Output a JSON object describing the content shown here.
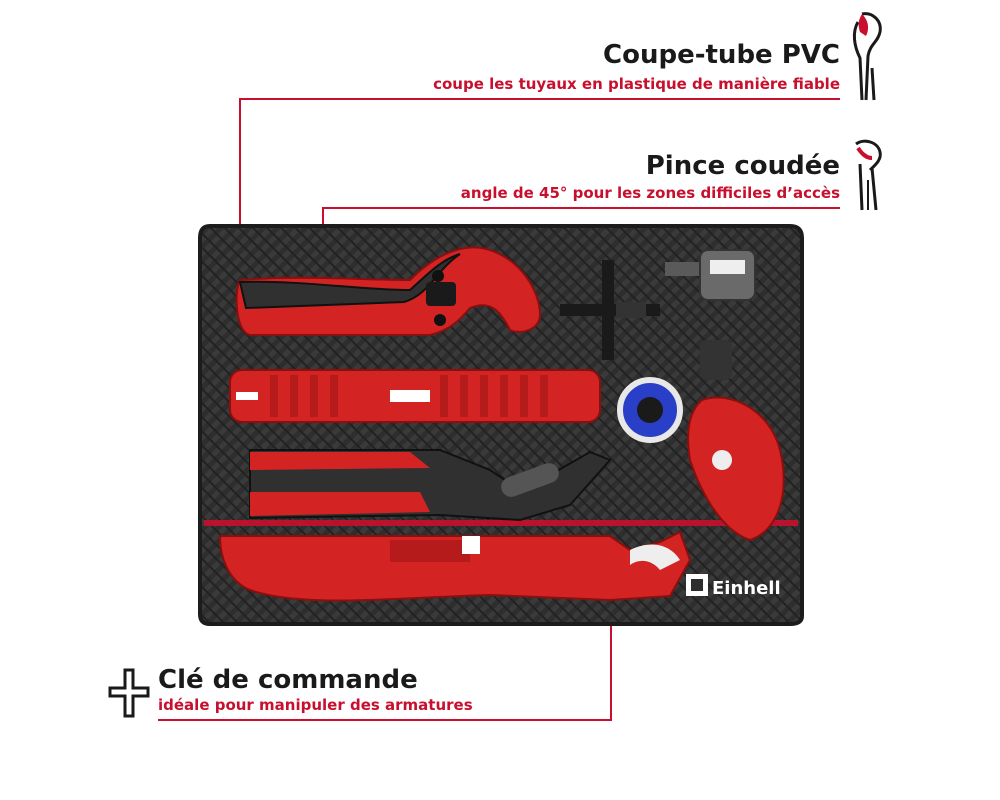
{
  "colors": {
    "accent": "#c8102e",
    "dark": "#1a1a1a",
    "foam": "#2b2b2b",
    "tool_red": "#d42323",
    "tape_blue": "#2a3fc8"
  },
  "callouts": [
    {
      "title": "Coupe-tube PVC",
      "subtitle": "coupe les tuyaux en plastique de manière fiable",
      "icon": "pvc-cutter-icon"
    },
    {
      "title": "Pince coudée",
      "subtitle": "angle de 45° pour les zones difficiles d’accès",
      "icon": "angled-pliers-icon"
    },
    {
      "title": "Clé de commande",
      "subtitle": "idéale pour manipuler des armatures",
      "icon": "cross-wrench-icon"
    }
  ],
  "brand": {
    "logo_text": "Einhell"
  }
}
